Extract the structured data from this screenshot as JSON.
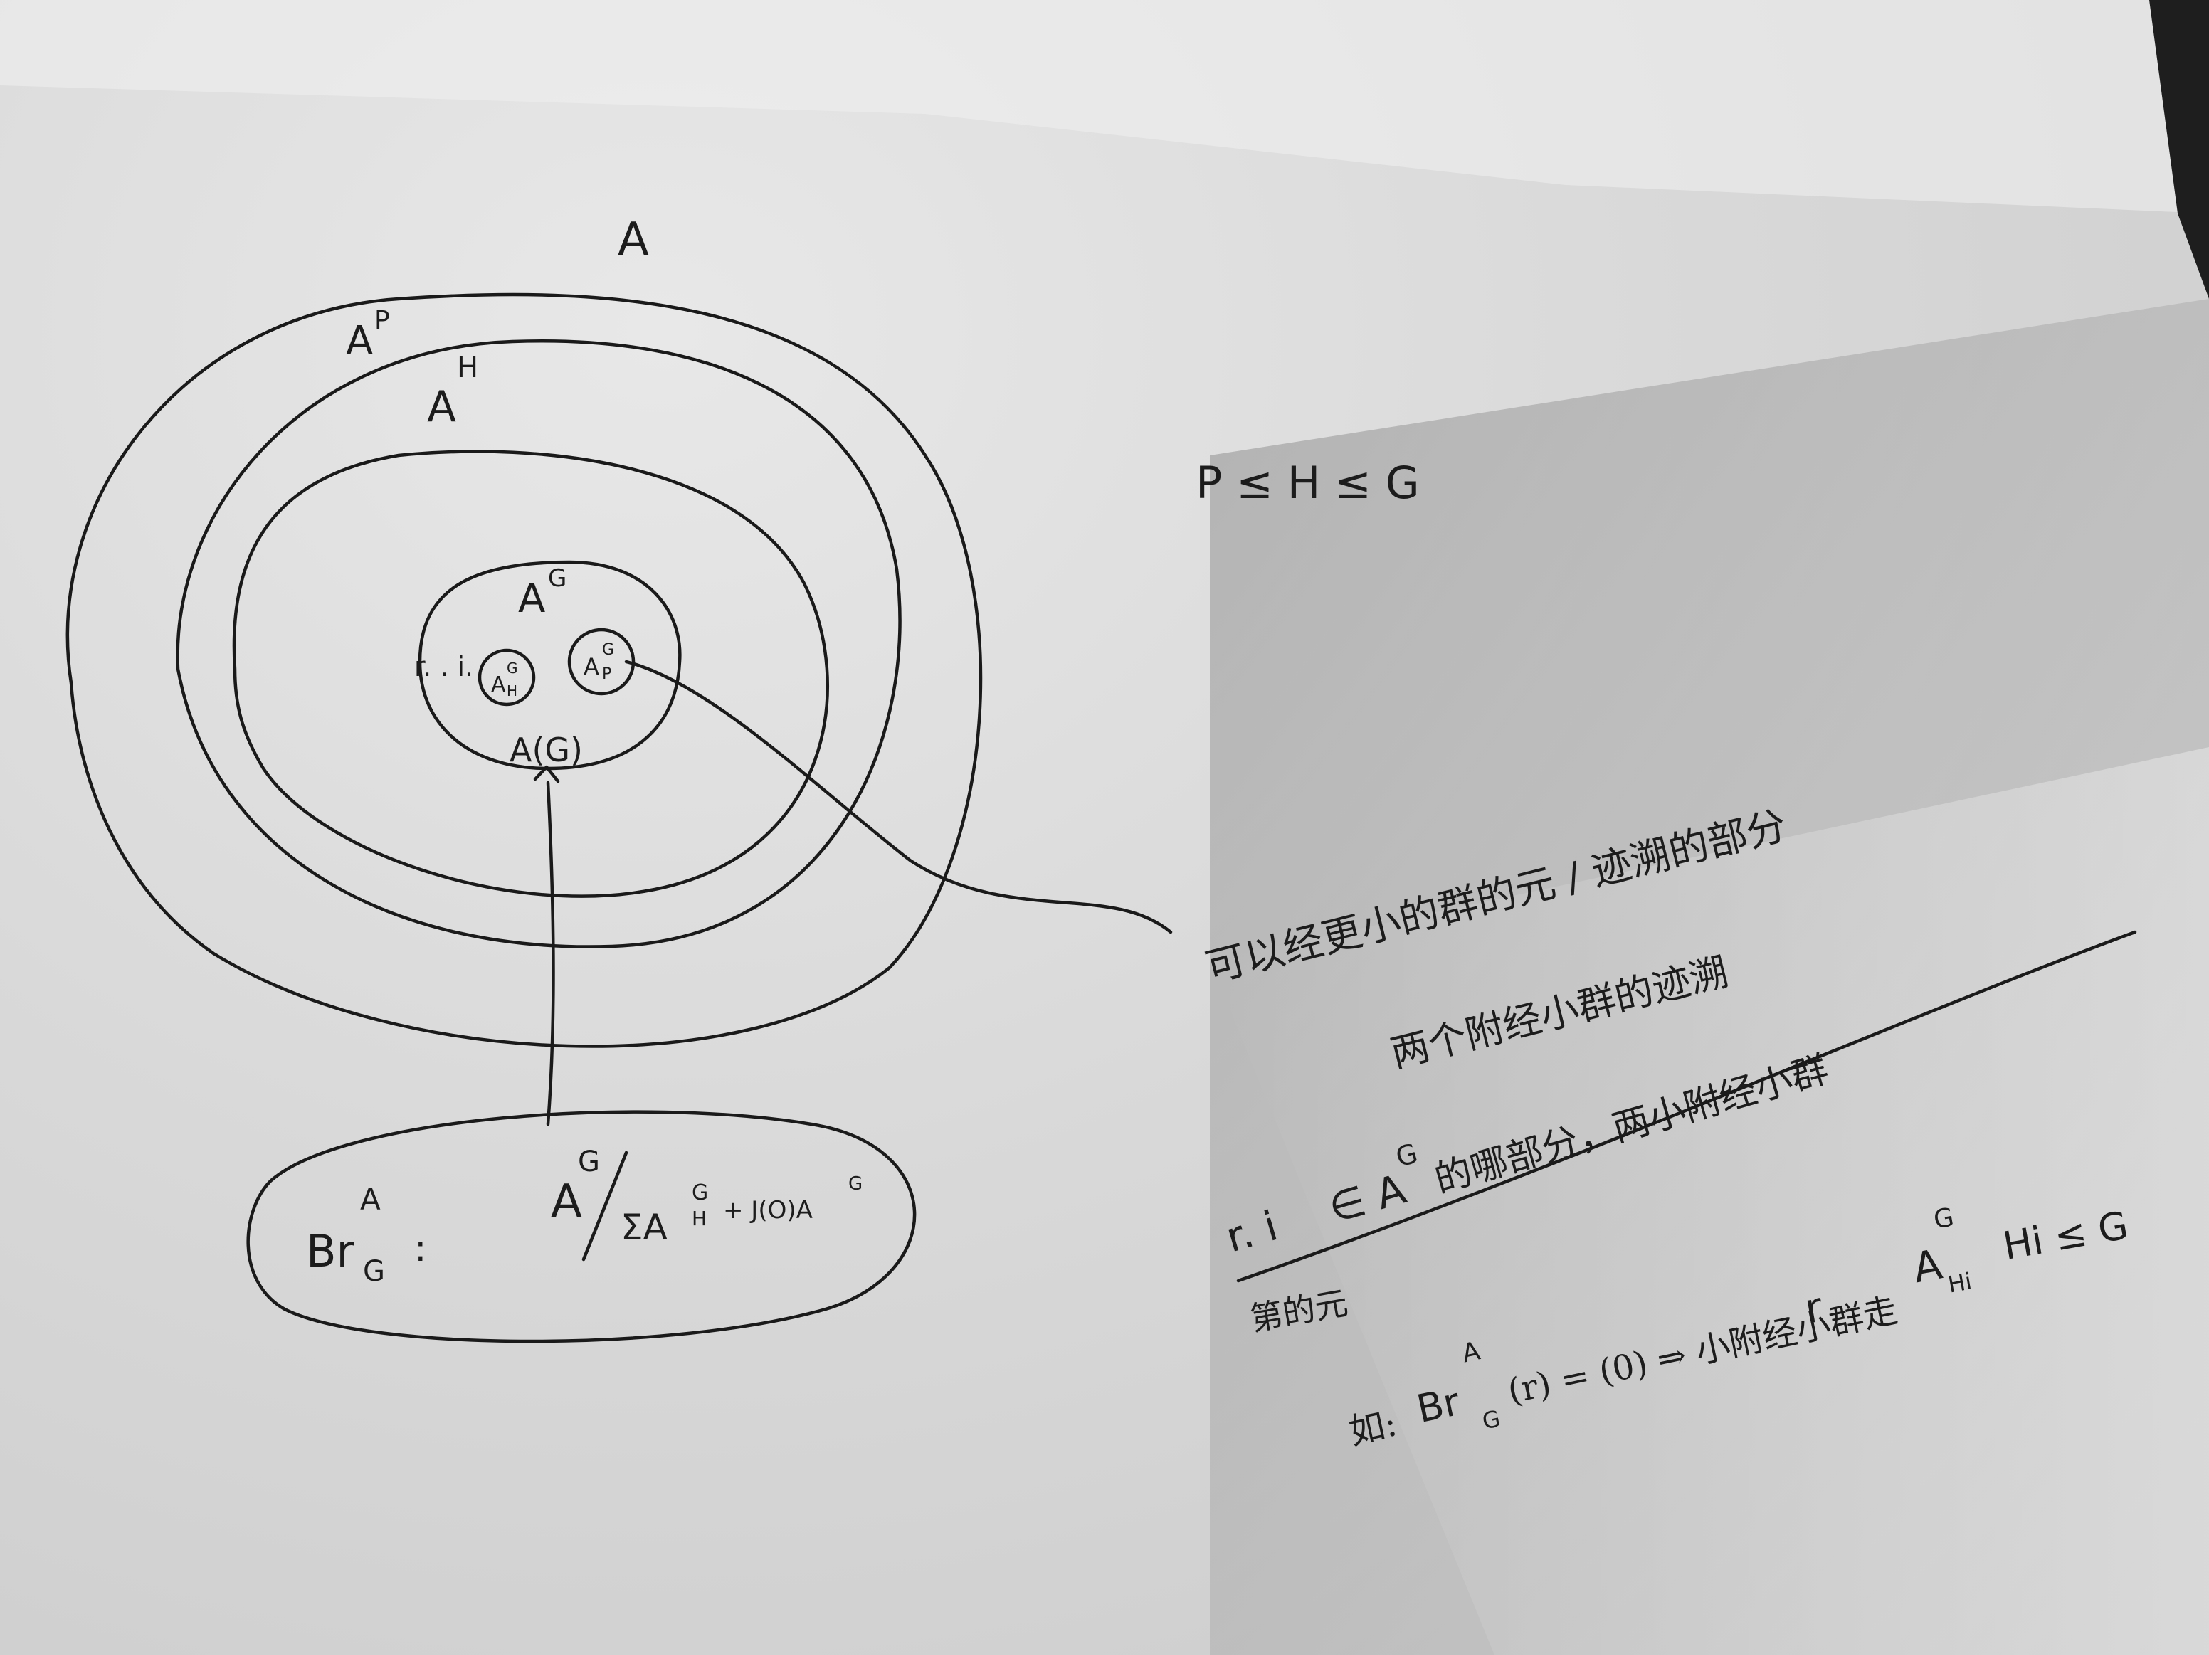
{
  "photo": {
    "paper_color": "#dcdcdc",
    "ink_color": "#1a1a1a",
    "shadow_color": "#9a9a9a"
  },
  "diagram": {
    "label_A": "A",
    "label_AP": "A",
    "label_AP_sup": "P",
    "label_AH": "A",
    "label_AH_sup": "H",
    "label_AG": "A",
    "label_AG_sup": "G",
    "label_ri": "r. . i.",
    "inner_left_main": "A",
    "inner_left_sup": "G",
    "inner_left_sub": "H",
    "inner_right_main": "A",
    "inner_right_sup": "G",
    "inner_right_sub": "P",
    "label_A_of_G": "A(G)",
    "bubble_br": "Br",
    "bubble_br_sup": "A",
    "bubble_br_sub": "G",
    "bubble_colon": ":",
    "bubble_num": "A",
    "bubble_num_sup": "G",
    "bubble_den": "ΣA",
    "bubble_den_sup": "G",
    "bubble_den_sub": "H",
    "bubble_tail": "+ J(O)A",
    "bubble_tail_sup": "G"
  },
  "notes": {
    "chain": "P ≤ H ≤ G",
    "line1": "可以经更小的群的元 / 迹溯的部分",
    "line2": "两个附经小群的迹溯",
    "line3_prefix": "r. i",
    "line3_mid": "∈ A",
    "line3_sup": "G",
    "line3_rest": "的哪部分，两小附经小群",
    "line4": "第的元",
    "line5_prefix": "如:",
    "line5_br": "Br",
    "line5_br_sup": "A",
    "line5_br_sub": "G",
    "line5_rest": "(r) = (0)  ⇒  小附经小群走",
    "line6_prefix": "r",
    "line6_mid": "A",
    "line6_sup": "G",
    "line6_sub": "Hi",
    "line6_rest": "Hi ≤ G"
  }
}
